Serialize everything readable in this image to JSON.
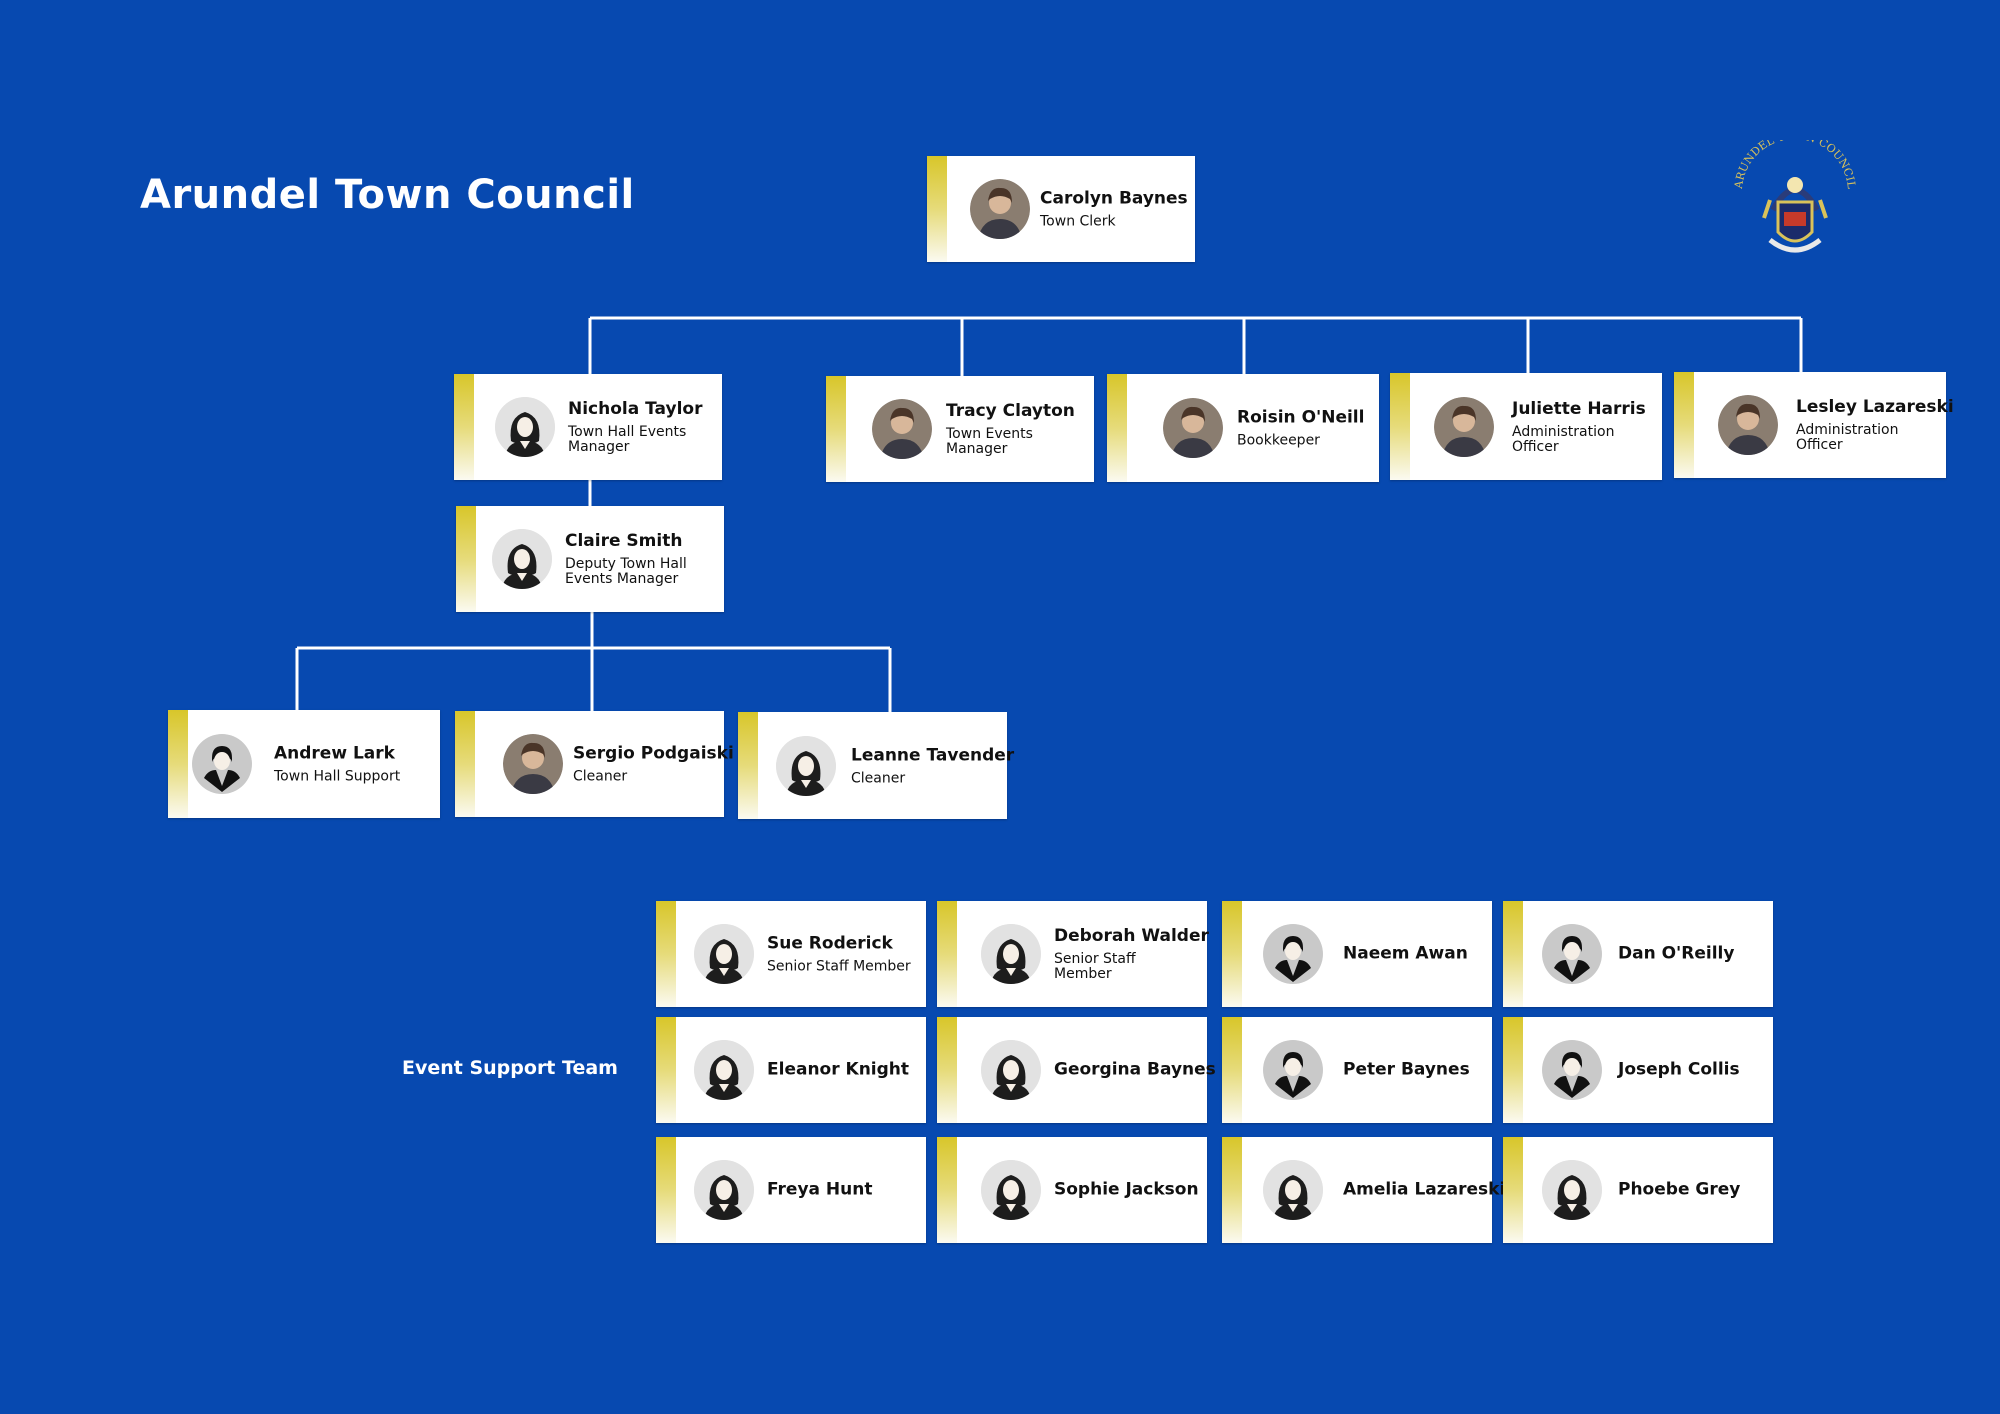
{
  "title": "Arundel Town Council",
  "logo_text": "ARUNDEL TOWN COUNCIL",
  "event_team_label": "Event Support Team",
  "colors": {
    "background": "#0749b0",
    "accent_bar": "#d8c62a",
    "card": "#ffffff"
  },
  "clerk": {
    "name": "Carolyn Baynes",
    "role": "Town Clerk",
    "avatar": "photo"
  },
  "managers": [
    {
      "name": "Nichola Taylor",
      "role": "Town Hall Events Manager",
      "avatar": "female-icon"
    },
    {
      "name": "Tracy Clayton",
      "role": "Town Events Manager",
      "avatar": "photo"
    },
    {
      "name": "Roisin O'Neill",
      "role": "Bookkeeper",
      "avatar": "photo"
    },
    {
      "name": "Juliette Harris",
      "role": "Administration Officer",
      "avatar": "photo"
    },
    {
      "name": "Lesley Lazareski",
      "role": "Administration Officer",
      "avatar": "photo"
    }
  ],
  "deputy": {
    "name": "Claire Smith",
    "role": "Deputy Town Hall Events Manager",
    "avatar": "female-icon"
  },
  "hall_staff": [
    {
      "name": "Andrew Lark",
      "role": "Town Hall Support",
      "avatar": "male-icon"
    },
    {
      "name": "Sergio Podgaiski",
      "role": "Cleaner",
      "avatar": "photo"
    },
    {
      "name": "Leanne Tavender",
      "role": "Cleaner",
      "avatar": "female-icon"
    }
  ],
  "event_team": [
    {
      "name": "Sue Roderick",
      "role": "Senior Staff Member",
      "avatar": "female-icon"
    },
    {
      "name": "Deborah Walder",
      "role": "Senior Staff Member",
      "avatar": "female-icon"
    },
    {
      "name": "Naeem Awan",
      "role": "",
      "avatar": "male-icon"
    },
    {
      "name": "Dan O'Reilly",
      "role": "",
      "avatar": "male-icon"
    },
    {
      "name": "Eleanor Knight",
      "role": "",
      "avatar": "female-icon"
    },
    {
      "name": "Georgina Baynes",
      "role": "",
      "avatar": "female-icon"
    },
    {
      "name": "Peter Baynes",
      "role": "",
      "avatar": "male-icon"
    },
    {
      "name": "Joseph Collis",
      "role": "",
      "avatar": "male-icon"
    },
    {
      "name": "Freya Hunt",
      "role": "",
      "avatar": "female-icon"
    },
    {
      "name": "Sophie Jackson",
      "role": "",
      "avatar": "female-icon"
    },
    {
      "name": "Amelia Lazareski",
      "role": "",
      "avatar": "female-icon"
    },
    {
      "name": "Phoebe Grey",
      "role": "",
      "avatar": "female-icon"
    }
  ]
}
